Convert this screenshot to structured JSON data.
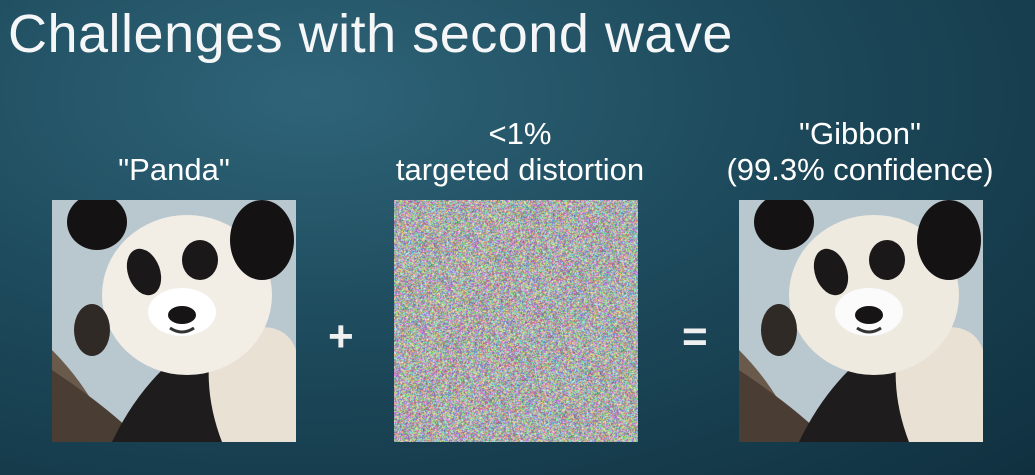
{
  "slide": {
    "title": "Challenges with second wave"
  },
  "panels": [
    {
      "label_lines": [
        "\"Panda\""
      ]
    },
    {
      "label_lines": [
        "<1%",
        "targeted distortion"
      ]
    },
    {
      "label_lines": [
        "\"Gibbon\"",
        "(99.3% confidence)"
      ]
    }
  ],
  "operators": {
    "plus": "+",
    "equals": "="
  },
  "colors": {
    "background_center": "#2f6478",
    "background_edge": "#10303f",
    "text": "#ffffff"
  }
}
